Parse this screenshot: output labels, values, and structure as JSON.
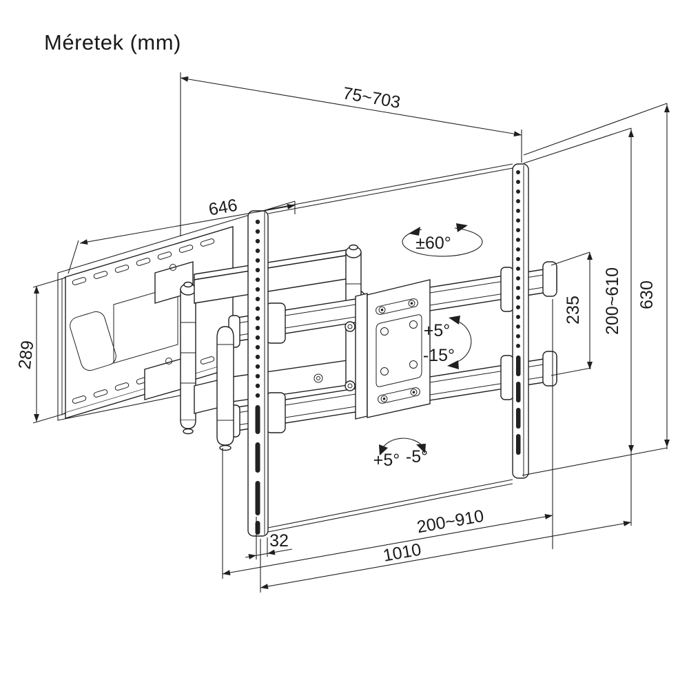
{
  "title": "Méretek (mm)",
  "dimensions": {
    "depth_range": "75~703",
    "wall_plate_width": "646",
    "wall_plate_height": "289",
    "crossbar_gap": "235",
    "vesa_height_range": "200~610",
    "bracket_height": "630",
    "rail_width": "32",
    "horizontal_adjust_range": "200~910",
    "crossbar_length": "1010"
  },
  "angles": {
    "swivel": "±60°",
    "tilt_up": "+5°",
    "tilt_down": "-15°",
    "roll_plus": "+5°",
    "roll_minus": "-5°"
  }
}
